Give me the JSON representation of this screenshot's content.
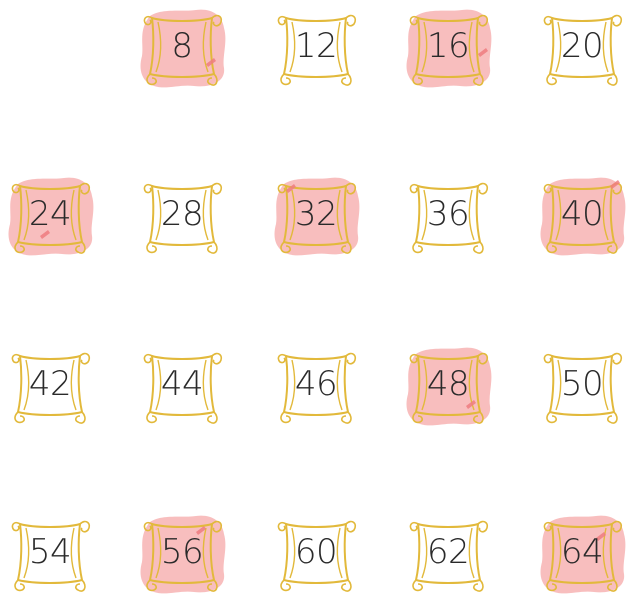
{
  "colors": {
    "scroll_border": "#E2B93B",
    "highlight_fill": "#F7B7B7",
    "highlight_mark": "#EE7C80",
    "number_text": "#2A2A2A",
    "background": "#FFFFFF"
  },
  "tiles": [
    {
      "value": "8",
      "highlighted": true
    },
    {
      "value": "12",
      "highlighted": false
    },
    {
      "value": "16",
      "highlighted": true
    },
    {
      "value": "20",
      "highlighted": false
    },
    {
      "value": "24",
      "highlighted": true
    },
    {
      "value": "28",
      "highlighted": false
    },
    {
      "value": "32",
      "highlighted": true
    },
    {
      "value": "36",
      "highlighted": false
    },
    {
      "value": "40",
      "highlighted": true
    },
    {
      "value": "42",
      "highlighted": false
    },
    {
      "value": "44",
      "highlighted": false
    },
    {
      "value": "46",
      "highlighted": false
    },
    {
      "value": "48",
      "highlighted": true
    },
    {
      "value": "50",
      "highlighted": false
    },
    {
      "value": "54",
      "highlighted": false
    },
    {
      "value": "56",
      "highlighted": true
    },
    {
      "value": "60",
      "highlighted": false
    },
    {
      "value": "62",
      "highlighted": false
    },
    {
      "value": "64",
      "highlighted": true
    }
  ]
}
